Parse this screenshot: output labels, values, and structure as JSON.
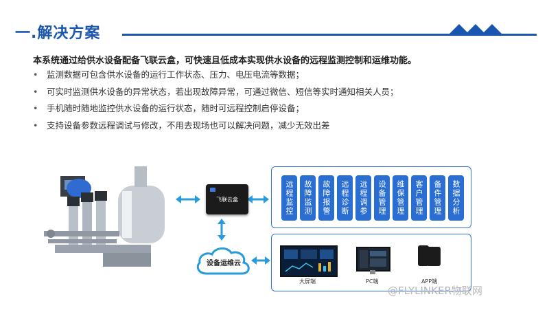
{
  "header": {
    "title": "一.解决方案"
  },
  "intro": "本系统通过给供水设备配备飞联云盒，可快速且低成本实现供水设备的远程监测控制和运维功能。",
  "bullets": [
    "监测数据可包含供水设备的运行工作状态、压力、电压电流等数据；",
    "可实时监测供水设备的异常状态，若出现故障异常，可通过微信、短信等实时通知相关人员；",
    "手机随时随地监控供水设备的运行状态，随时可远程控制启停设备；",
    "支持设备参数远程调试与修改，不用去现场也可以解决问题，减少无效出差"
  ],
  "diagram": {
    "device_label": "飞联云盒",
    "cloud_label": "设备运维云",
    "functions": [
      "远程监控",
      "故障监测",
      "故障报警",
      "远程诊断",
      "远程调参",
      "设备管理",
      "维保管理",
      "客户管理",
      "备件管理",
      "数据分析"
    ],
    "screens": {
      "big_label": "大屏端",
      "pc_label": "PC端",
      "app_label": "APP端"
    }
  },
  "watermark": "@FLYLINKER物联网",
  "colors": {
    "brand_blue": "#1a56b0",
    "panel_blue": "#2a6ed4"
  }
}
